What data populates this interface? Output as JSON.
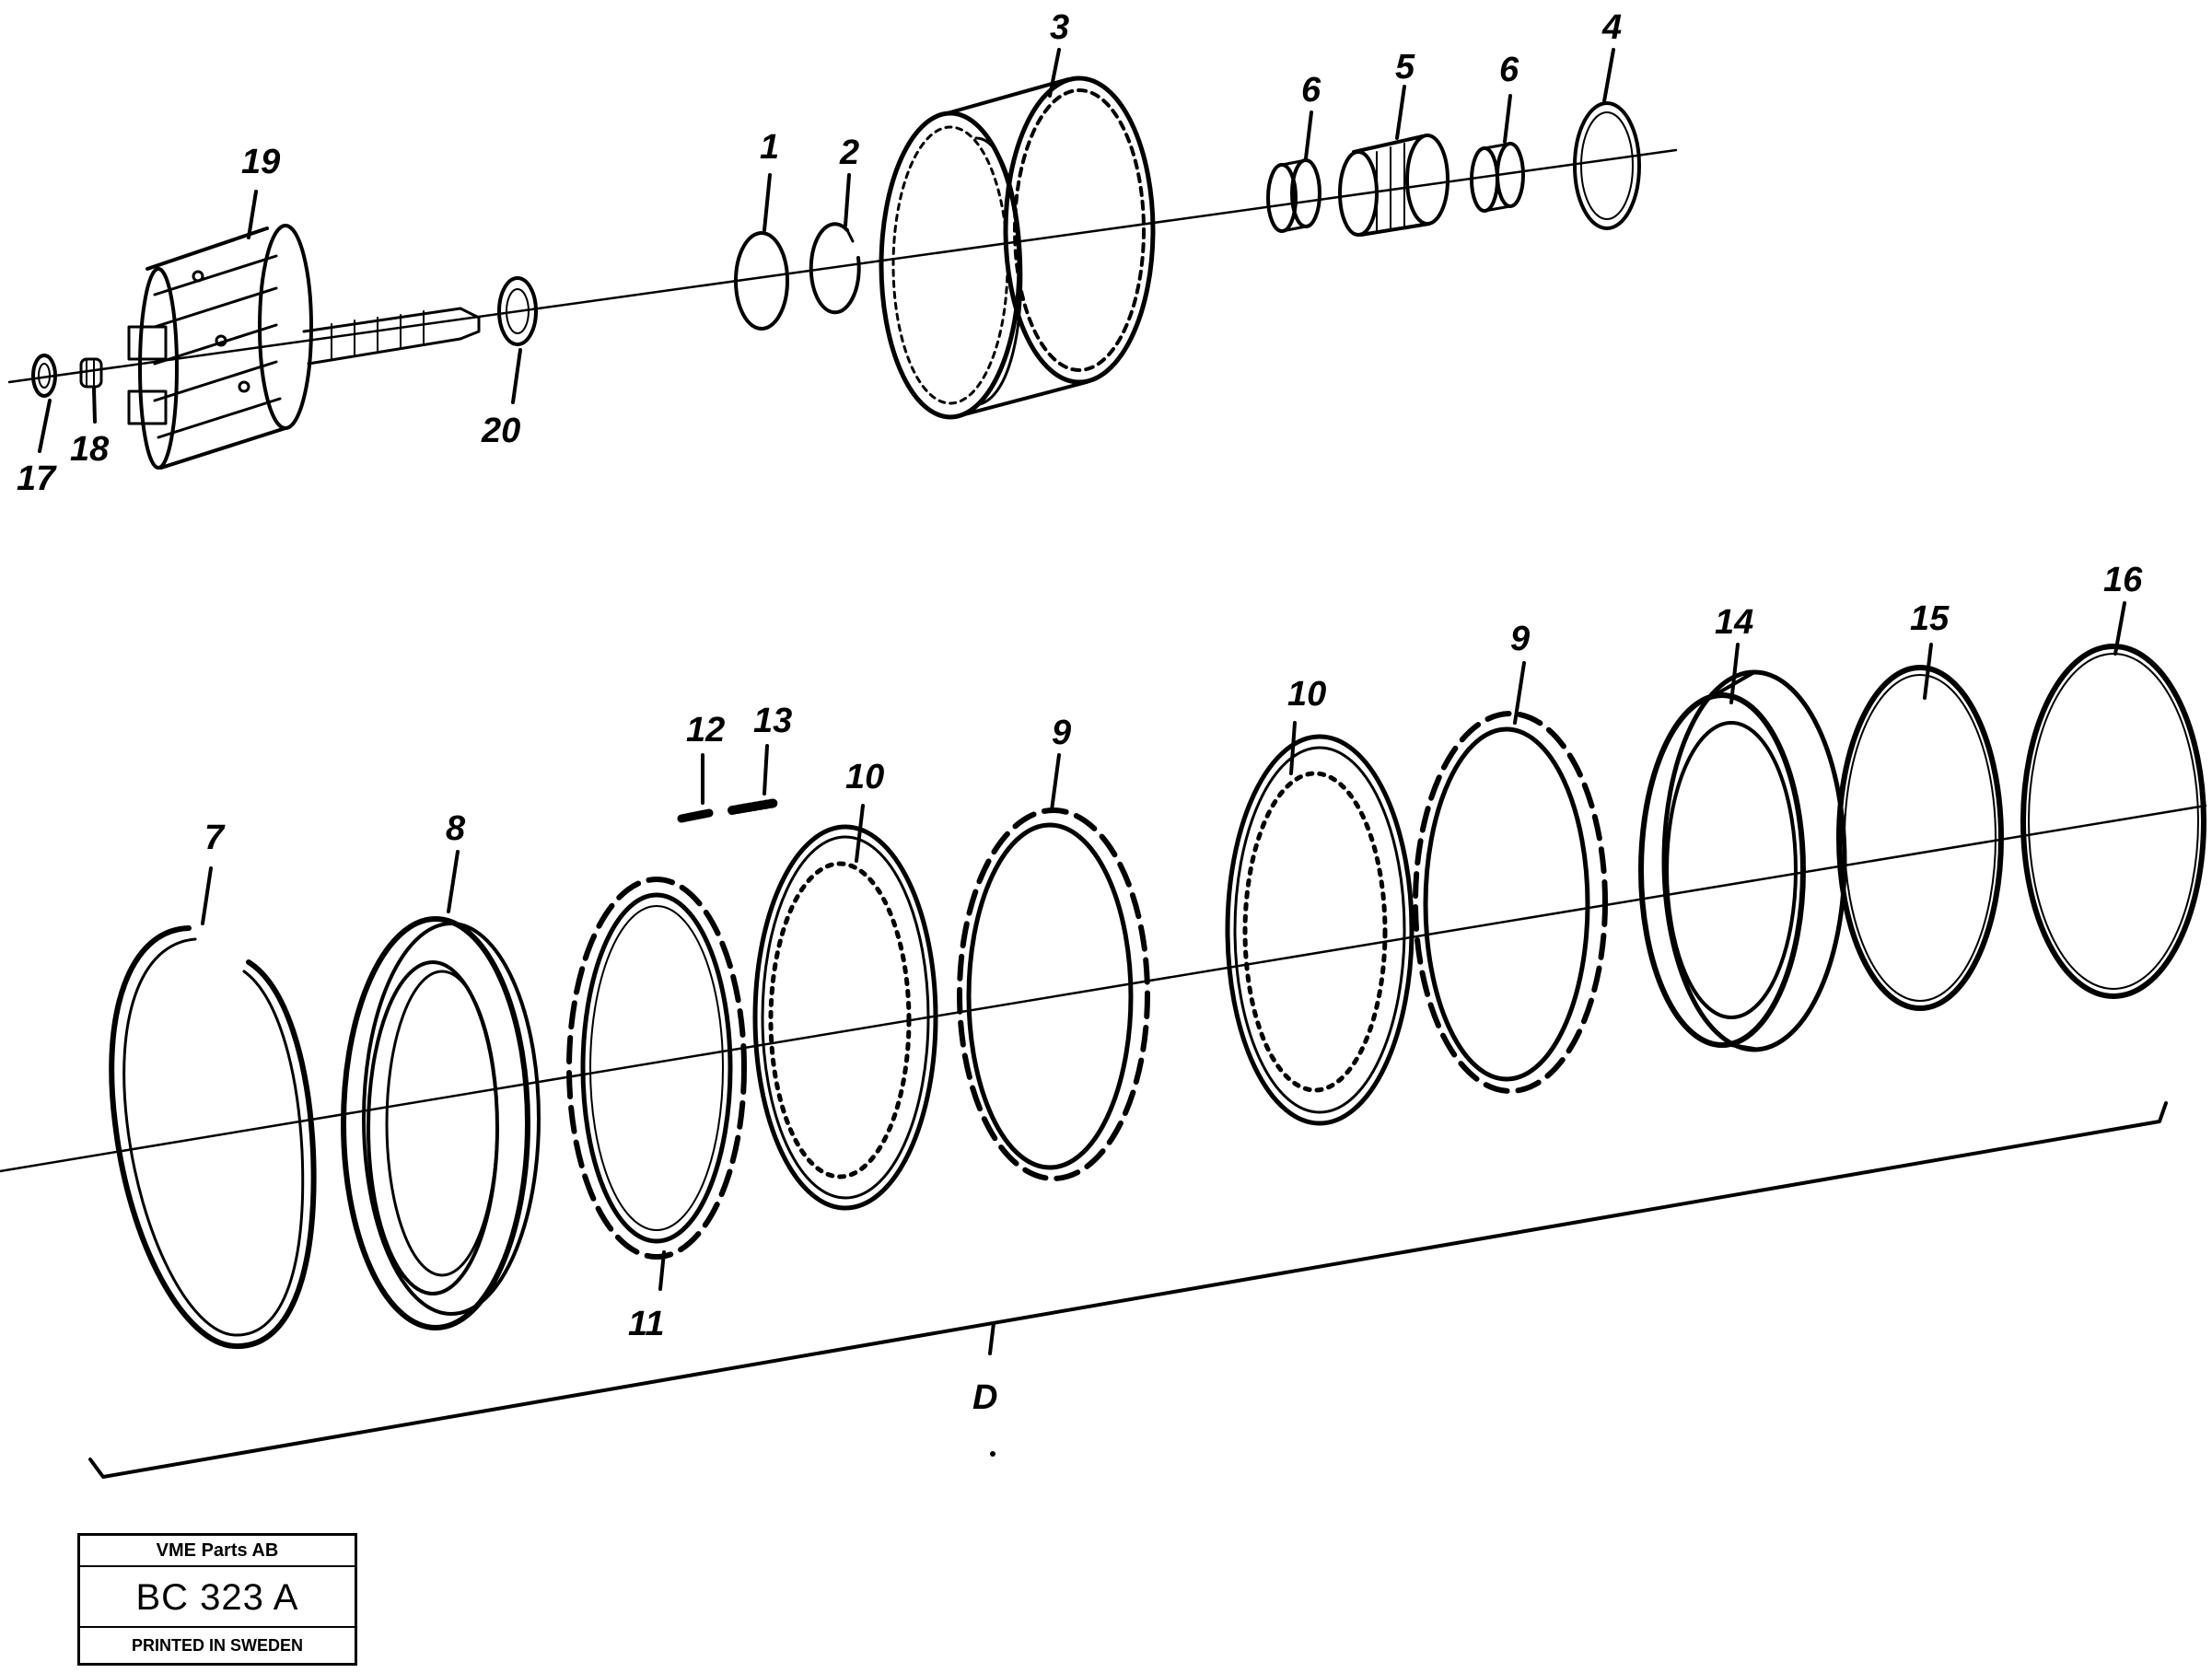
{
  "callouts": {
    "c1": "1",
    "c2": "2",
    "c3": "3",
    "c4": "4",
    "c5": "5",
    "c6a": "6",
    "c6b": "6",
    "c7": "7",
    "c8": "8",
    "c9a": "9",
    "c9b": "9",
    "c10a": "10",
    "c10b": "10",
    "c11": "11",
    "c12": "12",
    "c13": "13",
    "c14": "14",
    "c15": "15",
    "c16": "16",
    "c17": "17",
    "c18": "18",
    "c19": "19",
    "c20": "20",
    "cD": "D"
  },
  "title_block": {
    "company": "VME Parts AB",
    "code": "BC 323 A",
    "printed": "PRINTED IN SWEDEN"
  }
}
